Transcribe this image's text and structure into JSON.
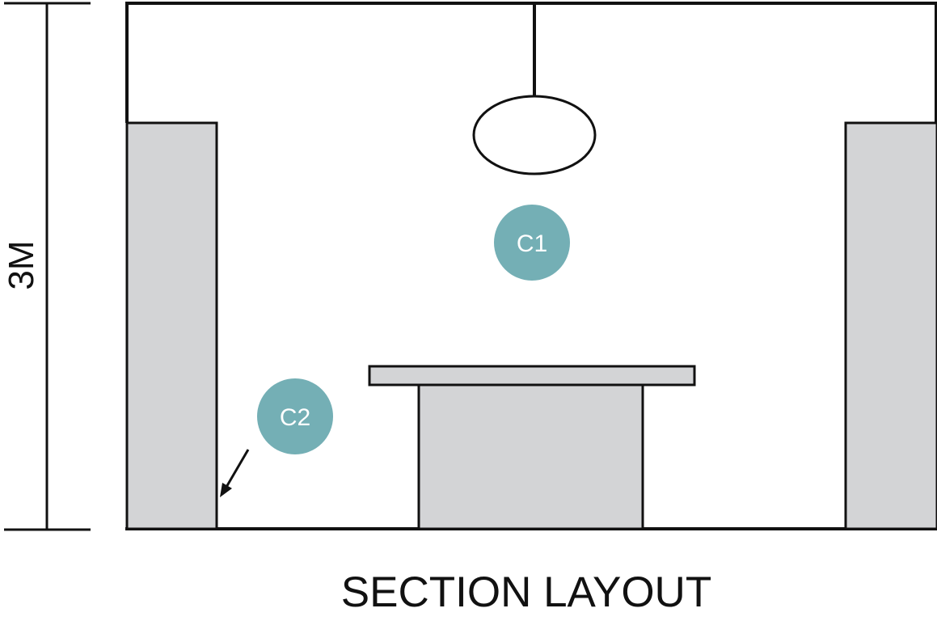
{
  "diagram": {
    "title": "SECTION LAYOUT",
    "dimension_label": "3M",
    "callouts": [
      {
        "id": "c1",
        "label": "C1"
      },
      {
        "id": "c2",
        "label": "C2"
      }
    ]
  },
  "colors": {
    "line": "#111111",
    "fill_grey": "#d3d4d6",
    "callout": "#74afb5",
    "callout_text": "#ffffff"
  }
}
